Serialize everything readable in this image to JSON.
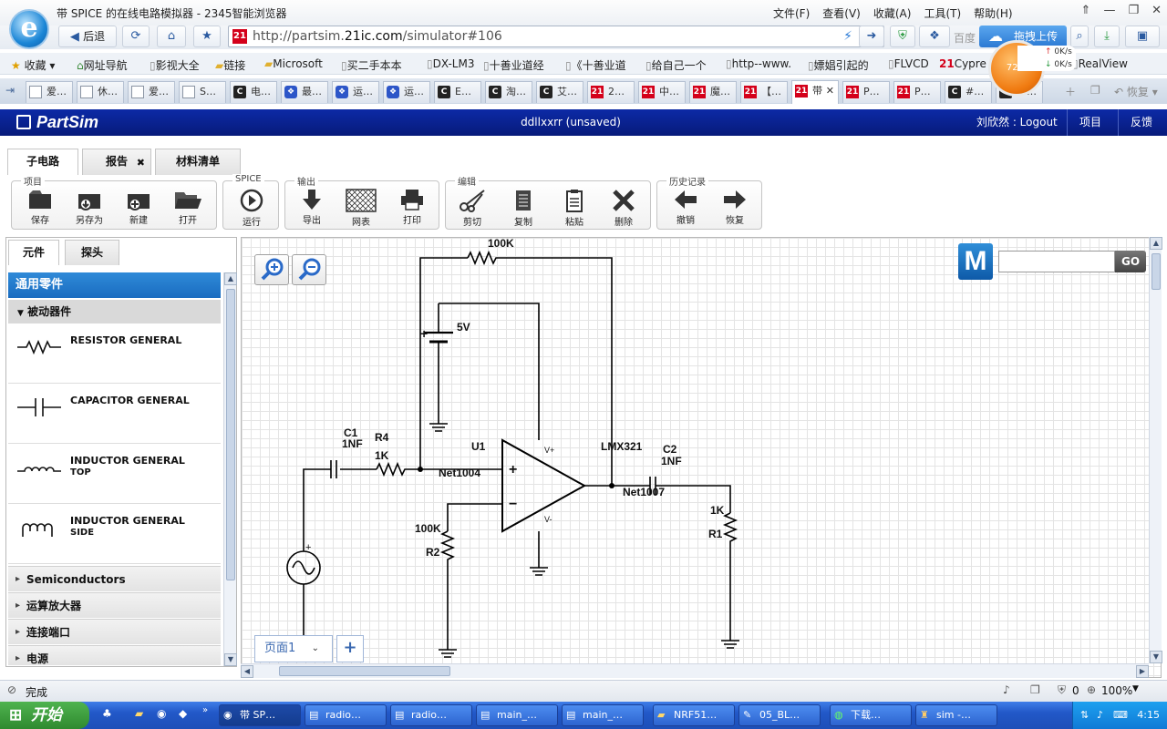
{
  "browser": {
    "title": "带 SPICE 的在线电路模拟器 - 2345智能浏览器",
    "menu": [
      "文件(F)",
      "查看(V)",
      "收藏(A)",
      "工具(T)",
      "帮助(H)"
    ],
    "back_label": "后退",
    "address_prefix": "http://partsim.",
    "address_domain": "21ic.com",
    "address_path": "/simulator#106",
    "search_placeholder": "百度",
    "upload_label": "拖拽上传",
    "speed_percent": "72%",
    "speed_up": "0K/s",
    "speed_down": "0K/s",
    "bookmarks": [
      "收藏",
      "网址导航",
      "影视大全",
      "链接",
      "Microsoft",
      "买二手本本",
      "DX-LM3",
      "十善业道经",
      "《十善业道",
      "给自己一个",
      "http--www.",
      "嫖娼引起的",
      "FLVCD",
      "Cypre",
      "RealView"
    ],
    "tabs": [
      "爱…",
      "休…",
      "爱…",
      "S…",
      "电…",
      "最…",
      "运…",
      "运…",
      "E…",
      "淘…",
      "艾…",
      "2…",
      "中…",
      "魔…",
      "【…",
      "带",
      "P…",
      "P…",
      "#…",
      "参…"
    ],
    "restore_label": "恢复"
  },
  "app": {
    "logo": "PartSim",
    "file_title": "ddllxxrr (unsaved)",
    "user_logout": "刘欣然 : Logout",
    "nav_project": "项目",
    "nav_feedback": "反馈",
    "main_tabs": [
      "子电路",
      "报告",
      "材料清单"
    ],
    "toolbar": {
      "groups": {
        "project": "项目",
        "spice": "SPICE",
        "output": "输出",
        "edit": "编辑",
        "history": "历史记录"
      },
      "buttons": {
        "save": "保存",
        "save_as": "另存为",
        "new": "新建",
        "open": "打开",
        "run": "运行",
        "export": "导出",
        "grid": "网表",
        "print": "打印",
        "cut": "剪切",
        "copy": "复制",
        "paste": "粘贴",
        "delete": "删除",
        "undo": "撤销",
        "redo": "恢复"
      }
    },
    "sidebar": {
      "tabs": [
        "元件",
        "探头"
      ],
      "category": "通用零件",
      "subcategory": "被动器件",
      "parts": [
        {
          "name": "RESISTOR GENERAL",
          "sub": ""
        },
        {
          "name": "CAPACITOR GENERAL",
          "sub": ""
        },
        {
          "name": "INDUCTOR GENERAL",
          "sub": "TOP"
        },
        {
          "name": "INDUCTOR GENERAL",
          "sub": "SIDE"
        }
      ],
      "categories": [
        "Semiconductors",
        "运算放大器",
        "连接端口",
        "电源"
      ]
    },
    "canvas": {
      "search_go": "GO",
      "page_tab": "页面1",
      "add_page": "+",
      "labels": {
        "r_feedback": "100K",
        "vsrc": "5V",
        "vplus": "+",
        "c1": "C1",
        "c1_val": "1NF",
        "r4": "R4",
        "r4_val": "1K",
        "u1": "U1",
        "lmx": "LMX321",
        "c2": "C2",
        "c2_val": "1NF",
        "net1004": "Net1004",
        "net1007": "Net1007",
        "r2_val": "100K",
        "r2": "R2",
        "r1_val": "1K",
        "r1": "R1",
        "oa_plus": "+",
        "oa_minus": "−",
        "vplus_pin": "V+",
        "vminus_pin": "V-",
        "src_plus": "+"
      }
    }
  },
  "status": {
    "text": "完成",
    "zoom": "100%",
    "count": "0"
  },
  "taskbar": {
    "start": "开始",
    "tasks": [
      "带 SP…",
      "radio…",
      "radio…",
      "main_…",
      "main_…",
      "NRF51…",
      "05_BL…",
      "下载…",
      "sim -…"
    ],
    "clock": "4:15"
  }
}
